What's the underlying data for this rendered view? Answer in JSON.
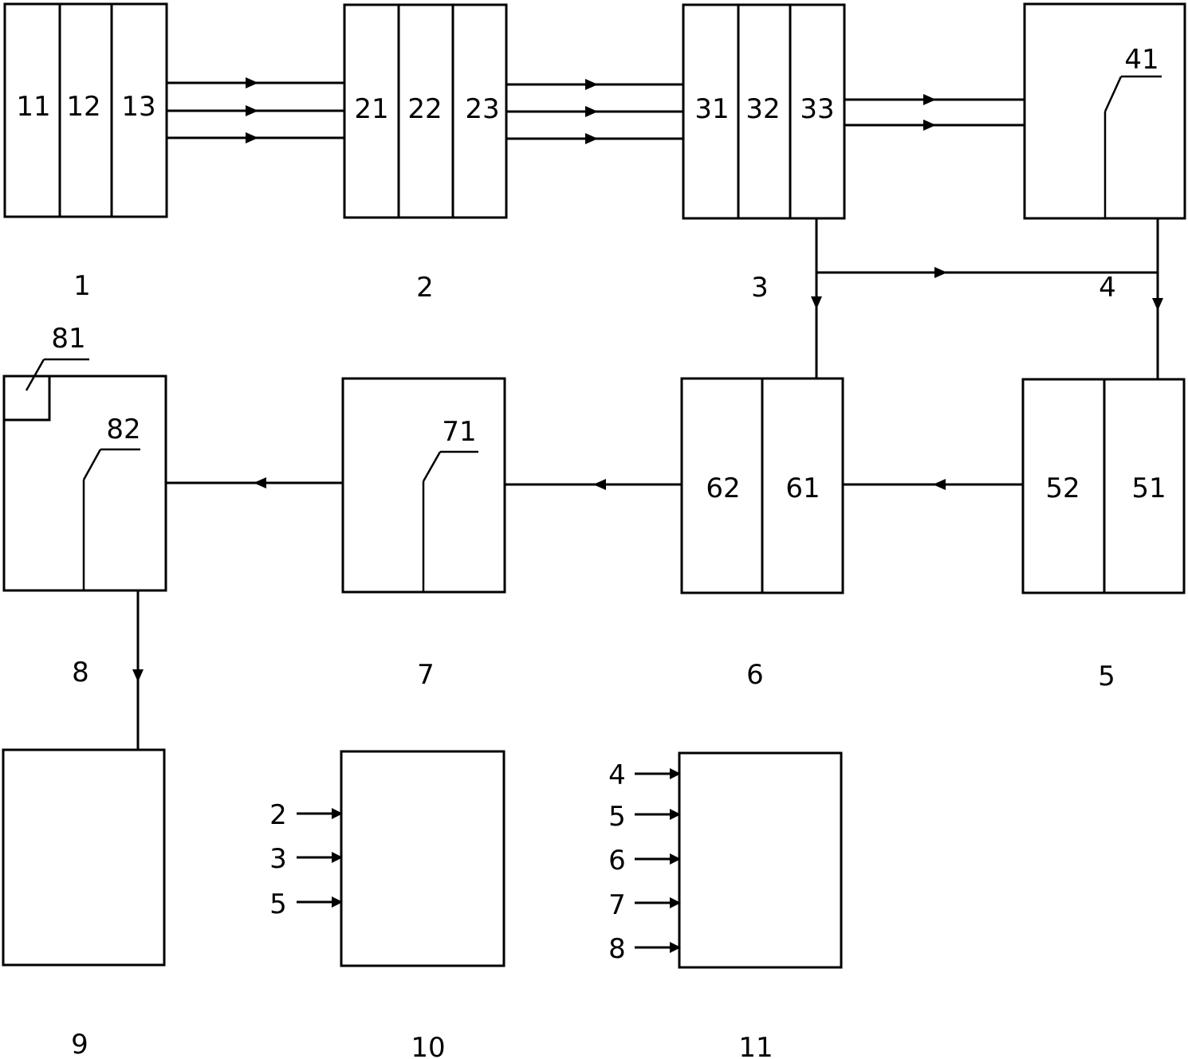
{
  "blocks": {
    "b1": {
      "label": "1",
      "parts": [
        "11",
        "12",
        "13"
      ]
    },
    "b2": {
      "label": "2",
      "parts": [
        "21",
        "22",
        "23"
      ]
    },
    "b3": {
      "label": "3",
      "parts": [
        "31",
        "32",
        "33"
      ]
    },
    "b4": {
      "label": "4",
      "parts": [
        "41"
      ]
    },
    "b5": {
      "label": "5",
      "parts": [
        "52",
        "51"
      ]
    },
    "b6": {
      "label": "6",
      "parts": [
        "62",
        "61"
      ]
    },
    "b7": {
      "label": "7",
      "parts": [
        "71"
      ]
    },
    "b8": {
      "label": "8",
      "parts": [
        "81",
        "82"
      ]
    },
    "b9": {
      "label": "9"
    },
    "b10": {
      "label": "10",
      "inputs": [
        "2",
        "3",
        "5"
      ]
    },
    "b11": {
      "label": "11",
      "inputs": [
        "4",
        "5",
        "6",
        "7",
        "8"
      ]
    }
  }
}
